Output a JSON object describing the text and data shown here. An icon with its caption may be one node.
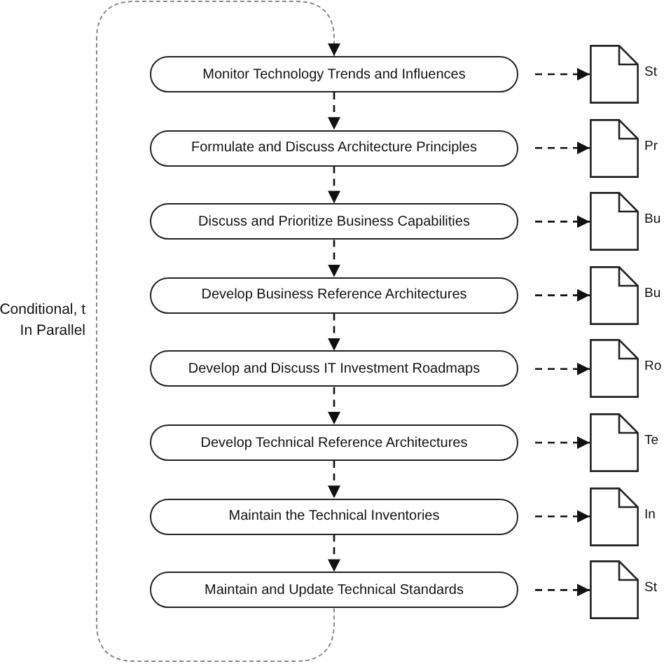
{
  "diagram": {
    "nodes": [
      {
        "text": [
          "Monitor Technology Trends and Influences"
        ]
      },
      {
        "text": [
          "Formulate and Discuss Architecture Principles"
        ]
      },
      {
        "text": [
          "Discuss and Prioritize Business Capabilities"
        ]
      },
      {
        "text": [
          "Develop Business Reference Architectures"
        ]
      },
      {
        "text": [
          "Develop and Discuss IT Investment Roadmaps"
        ]
      },
      {
        "text": [
          "Develop Technical Reference Architectures"
        ]
      },
      {
        "text": [
          "Maintain the Technical Inventories"
        ]
      },
      {
        "text": [
          "Maintain and Update Technical Standards"
        ]
      },
      {
        "text": [],
        "shape": "document",
        "beside": [
          "St"
        ]
      },
      {
        "text": [],
        "shape": "document",
        "beside": [
          "Pr"
        ]
      },
      {
        "text": [],
        "shape": "document",
        "beside": [
          "Bu"
        ]
      },
      {
        "text": [],
        "shape": "document",
        "beside": [
          "Bu"
        ]
      },
      {
        "text": [],
        "shape": "document",
        "beside": [
          "Ro"
        ]
      },
      {
        "text": [],
        "shape": "document",
        "beside": [
          "Te"
        ]
      },
      {
        "text": [],
        "shape": "document",
        "beside": [
          "In"
        ]
      },
      {
        "text": [],
        "shape": "document",
        "beside": [
          "St"
        ]
      }
    ],
    "edges": [
      {
        "from": 0,
        "to": 1,
        "arrow": "to",
        "style": "dashed"
      },
      {
        "from": 1,
        "to": 2,
        "arrow": "to",
        "style": "dashed"
      },
      {
        "from": 2,
        "to": 3,
        "arrow": "to",
        "style": "dashed"
      },
      {
        "from": 3,
        "to": 4,
        "arrow": "to",
        "style": "dashed"
      },
      {
        "from": 4,
        "to": 5,
        "arrow": "to",
        "style": "dashed"
      },
      {
        "from": 5,
        "to": 6,
        "arrow": "to",
        "style": "dashed"
      },
      {
        "from": 6,
        "to": 7,
        "arrow": "to",
        "style": "dashed"
      },
      {
        "from": 0,
        "to": 8,
        "arrow": "to",
        "style": "dashed"
      },
      {
        "from": 1,
        "to": 9,
        "arrow": "to",
        "style": "dashed"
      },
      {
        "from": 2,
        "to": 10,
        "arrow": "to",
        "style": "dashed"
      },
      {
        "from": 3,
        "to": 11,
        "arrow": "to",
        "style": "dashed"
      },
      {
        "from": 4,
        "to": 12,
        "arrow": "to",
        "style": "dashed"
      },
      {
        "from": 5,
        "to": 13,
        "arrow": "to",
        "style": "dashed"
      },
      {
        "from": 6,
        "to": 14,
        "arrow": "to",
        "style": "dashed"
      },
      {
        "from": 7,
        "to": 15,
        "arrow": "to",
        "style": "dashed"
      },
      {
        "from": 7,
        "to": 0,
        "arrow": "to",
        "style": "dashed",
        "color": "#888888"
      }
    ],
    "labels": [
      "Conditional, t In Parallel"
    ]
  }
}
